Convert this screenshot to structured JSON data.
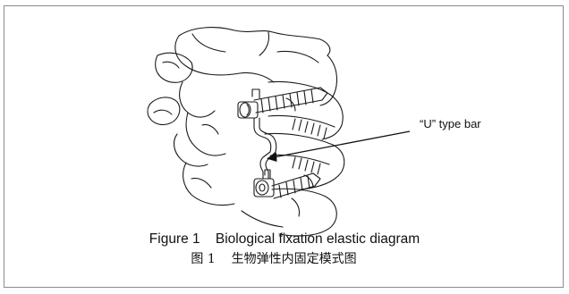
{
  "figure": {
    "callout_label": "“U” type bar",
    "caption_en": "Figure 1    Biological fixation elastic diagram",
    "caption_zh": "图 1    生物弹性内固定模式图"
  },
  "colors": {
    "frame_border": "#8c8c8c",
    "ink": "#111111",
    "background": "#ffffff"
  }
}
